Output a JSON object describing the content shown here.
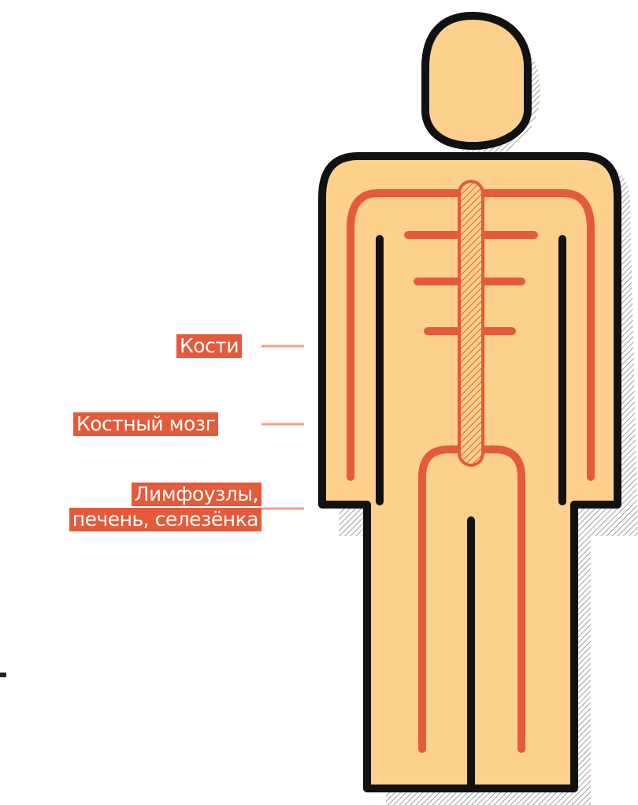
{
  "labels": {
    "bones": "Кости",
    "marrow": "Костный мозг",
    "lymph_line1": "Лимфоузлы,",
    "lymph_line2": "печень, селезёнка"
  },
  "colors": {
    "body_fill": "#fdd18b",
    "outline": "#111111",
    "accent": "#e45a3a",
    "leader_line": "#f0a08a",
    "shadow_hatch": "#777777",
    "background": "#ffffff"
  },
  "icons": {
    "figure": "human-silhouette-icon",
    "bones": "bone-lines",
    "spine": "spine-marrow"
  }
}
